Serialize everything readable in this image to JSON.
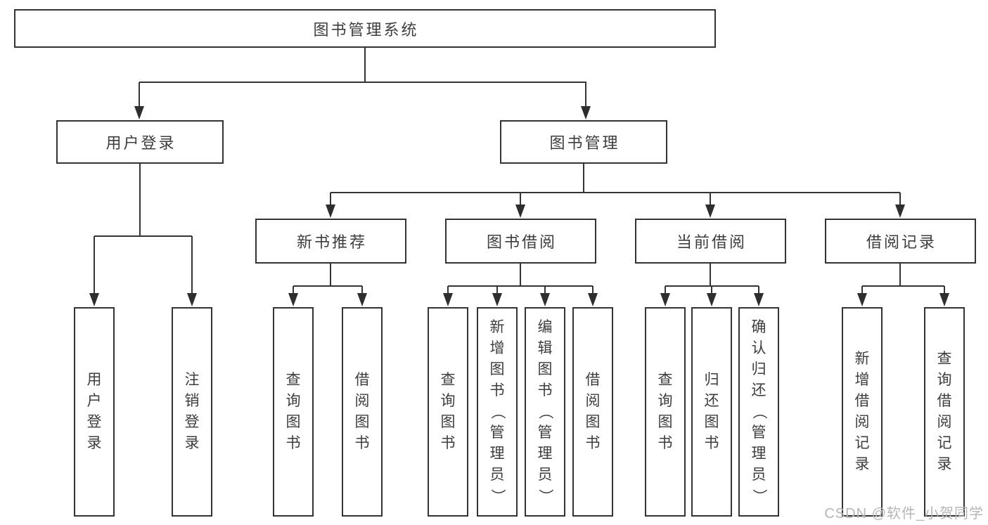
{
  "tree": {
    "label": "图书管理系统",
    "children": [
      {
        "label": "用户登录",
        "children": [
          {
            "label": "用户登录"
          },
          {
            "label": "注销登录"
          }
        ]
      },
      {
        "label": "图书管理",
        "children": [
          {
            "label": "新书推荐",
            "children": [
              {
                "label": "查询图书"
              },
              {
                "label": "借阅图书"
              }
            ]
          },
          {
            "label": "图书借阅",
            "children": [
              {
                "label": "查询图书"
              },
              {
                "label": "新增图书（管理员）"
              },
              {
                "label": "编辑图书（管理员）"
              },
              {
                "label": "借阅图书"
              }
            ]
          },
          {
            "label": "当前借阅",
            "children": [
              {
                "label": "查询图书"
              },
              {
                "label": "归还图书"
              },
              {
                "label": "确认归还（管理员）"
              }
            ]
          },
          {
            "label": "借阅记录",
            "children": [
              {
                "label": "新增借阅记录"
              },
              {
                "label": "查询借阅记录"
              }
            ]
          }
        ]
      }
    ]
  },
  "watermark": "CSDN @软件_小贺同学",
  "colors": {
    "line": "#343434",
    "border": "#333333",
    "text": "#3d3d3d",
    "watermark": "#b6b6b6",
    "background": "#ffffff"
  }
}
